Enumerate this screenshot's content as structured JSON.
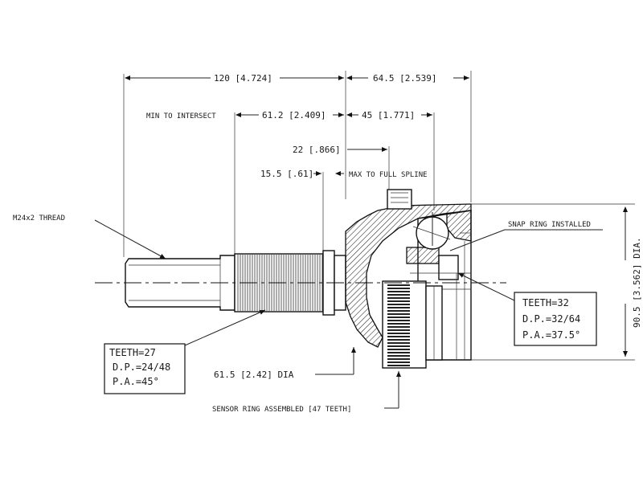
{
  "dimensions": {
    "overall_left": "120 [4.724]",
    "overall_right": "64.5 [2.539]",
    "min_to_intersect_label": "MIN TO INTERSECT",
    "min_to_intersect": "61.2 [2.409]",
    "right_45": "45 [1.771]",
    "d22": "22 [.866]",
    "d15": "15.5 [.61]",
    "max_full_spline": "MAX TO FULL SPLINE",
    "dia_outer": "90.5 [3.562] DIA.",
    "dia_sensor": "61.5 [2.42] DIA"
  },
  "callouts": {
    "thread": "M24x2 THREAD",
    "snap_ring": "SNAP RING INSTALLED",
    "sensor_ring": "SENSOR RING ASSEMBLED [47 TEETH]"
  },
  "spec_left": {
    "teeth": "TEETH=27",
    "dp": "D.P.=24/48",
    "pa": "P.A.=45°"
  },
  "spec_right": {
    "teeth": "TEETH=32",
    "dp": "D.P.=32/64",
    "pa": "P.A.=37.5°"
  }
}
